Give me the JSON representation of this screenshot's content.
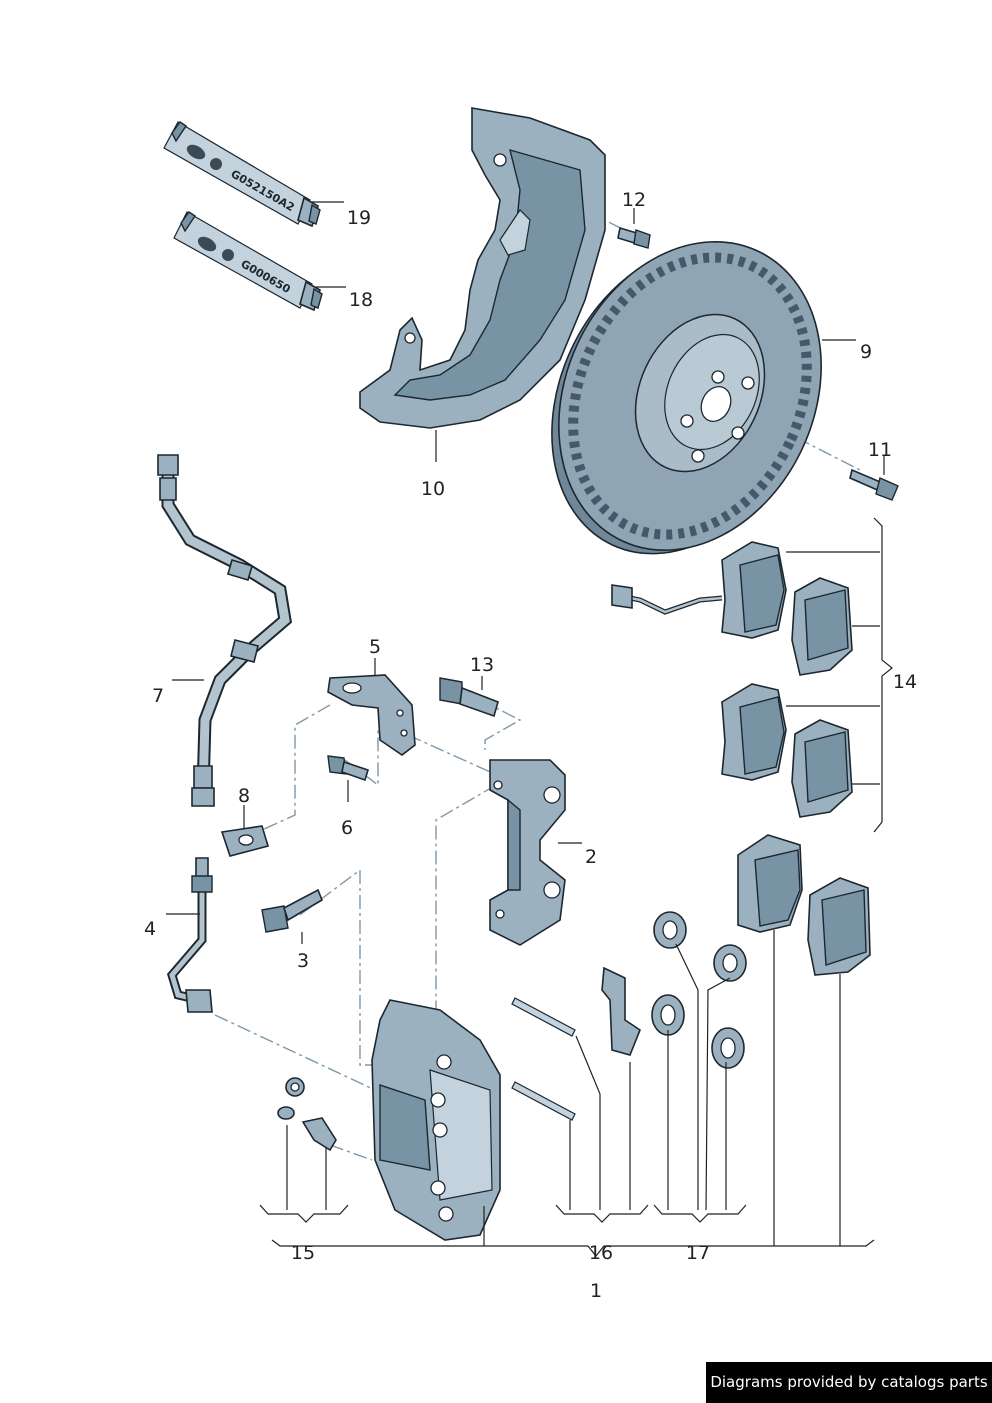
{
  "diagram": {
    "labels": [
      {
        "id": "1",
        "text": "1"
      },
      {
        "id": "2",
        "text": "2"
      },
      {
        "id": "3",
        "text": "3"
      },
      {
        "id": "4",
        "text": "4"
      },
      {
        "id": "5",
        "text": "5"
      },
      {
        "id": "6",
        "text": "6"
      },
      {
        "id": "7",
        "text": "7"
      },
      {
        "id": "8",
        "text": "8"
      },
      {
        "id": "9",
        "text": "9"
      },
      {
        "id": "10",
        "text": "10"
      },
      {
        "id": "11",
        "text": "11"
      },
      {
        "id": "12",
        "text": "12"
      },
      {
        "id": "13",
        "text": "13"
      },
      {
        "id": "14",
        "text": "14"
      },
      {
        "id": "15",
        "text": "15"
      },
      {
        "id": "16",
        "text": "16"
      },
      {
        "id": "17",
        "text": "17"
      },
      {
        "id": "18",
        "text": "18"
      },
      {
        "id": "19",
        "text": "19"
      }
    ],
    "tube_markings": {
      "tube_19": "G052150A2",
      "tube_18": "G000650"
    }
  },
  "footer": {
    "credit": "Diagrams provided by catalogs parts"
  },
  "colors": {
    "part_fill": "#9cb1bf",
    "part_dark": "#7893a4",
    "outline": "#1c2730",
    "dash_line": "#7f98a8",
    "footer_bg": "#000000",
    "footer_text": "#ffffff"
  }
}
